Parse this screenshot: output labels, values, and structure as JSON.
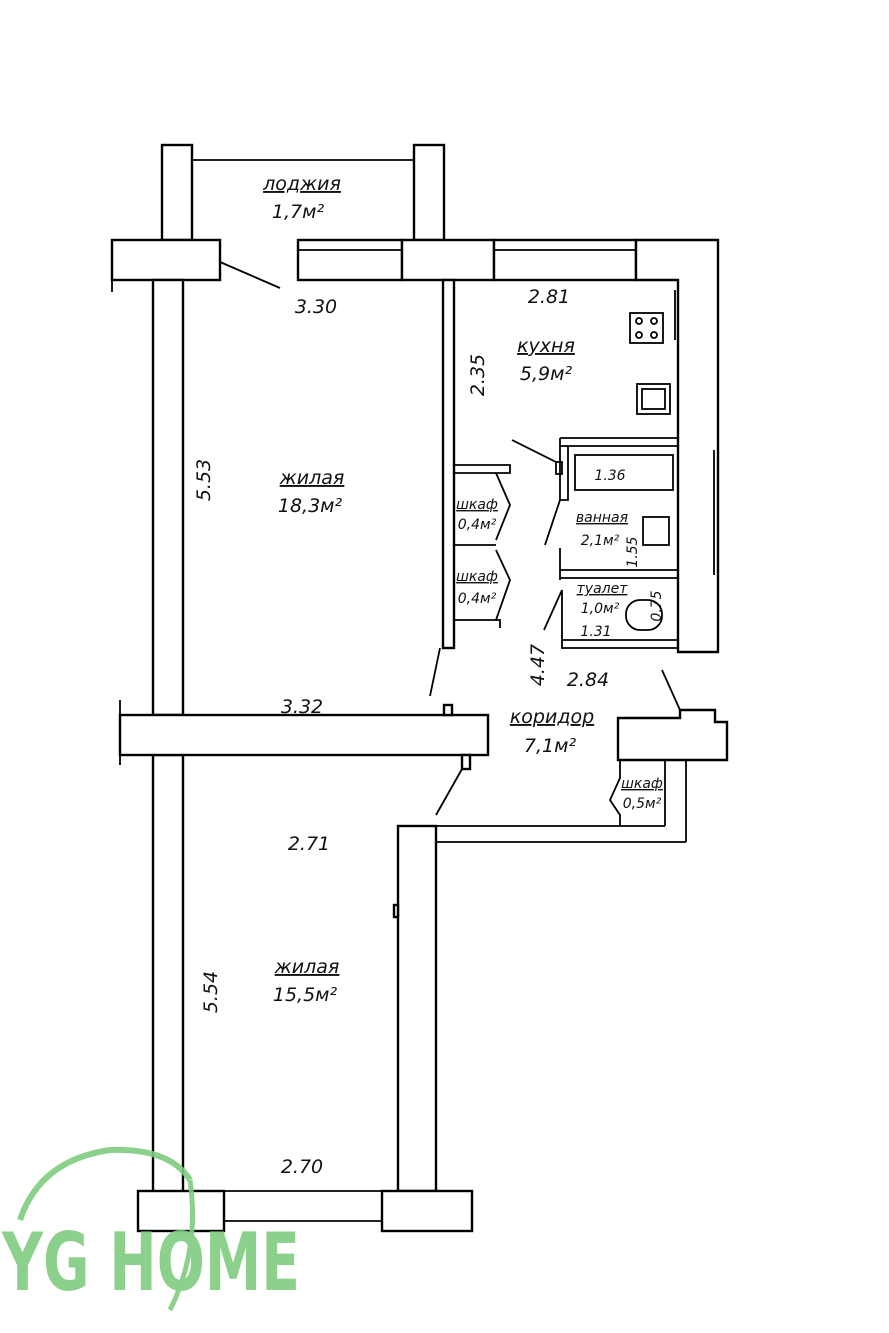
{
  "rooms": {
    "loggia": {
      "name": "лоджия",
      "area": "1,7м²"
    },
    "kitchen": {
      "name": "кухня",
      "area": "5,9м²"
    },
    "living1": {
      "name": "жилая",
      "area": "18,3м²"
    },
    "closet1": {
      "name": "шкаф",
      "area": "0,4м²"
    },
    "closet2": {
      "name": "шкаф",
      "area": "0,4м²"
    },
    "bathroom": {
      "name": "ванная",
      "area": "2,1м²"
    },
    "toilet": {
      "name": "туалет",
      "area": "1,0м²"
    },
    "corridor": {
      "name": "коридор",
      "area": "7,1м²"
    },
    "closet3": {
      "name": "шкаф",
      "area": "0,5м²"
    },
    "living2": {
      "name": "жилая",
      "area": "15,5м²"
    }
  },
  "dimensions": {
    "d330": "3.30",
    "d281": "2.81",
    "d235": "2.35",
    "d553": "5.53",
    "d136": "1.36",
    "d155": "1.55",
    "d075": "0.75",
    "d131": "1.31",
    "d447": "4.47",
    "d284": "2.84",
    "d332": "3.32",
    "d271": "2.71",
    "d554": "5.54",
    "d270": "2.70"
  },
  "logo": {
    "text": "YG HOME",
    "color": "#7fcc7f"
  }
}
